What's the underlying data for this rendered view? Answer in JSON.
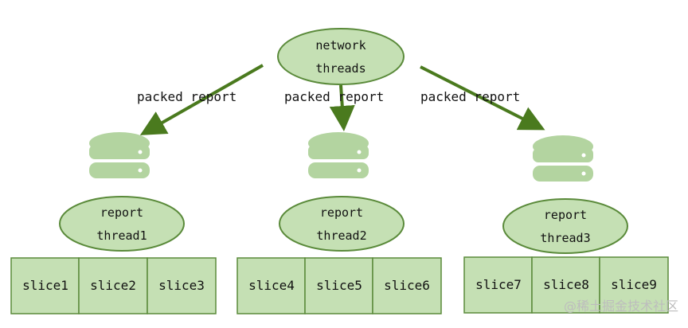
{
  "colors": {
    "node_fill": "#c5e0b4",
    "node_stroke": "#5a8a3a",
    "arrow": "#4a7a1e",
    "db_fill": "#b3d4a0",
    "slice_fill": "#c5e0b4",
    "slice_stroke": "#5a8a3a"
  },
  "network": {
    "line1": "network",
    "line2": "threads"
  },
  "arrows": [
    {
      "label": "packed report"
    },
    {
      "label": "packed report"
    },
    {
      "label": "packed report"
    }
  ],
  "groups": [
    {
      "icon": "database-icon",
      "report_line1": "report",
      "report_line2": "thread1",
      "slices": [
        "slice1",
        "slice2",
        "slice3"
      ]
    },
    {
      "icon": "database-icon",
      "report_line1": "report",
      "report_line2": "thread2",
      "slices": [
        "slice4",
        "slice5",
        "slice6"
      ]
    },
    {
      "icon": "database-icon",
      "report_line1": "report",
      "report_line2": "thread3",
      "slices": [
        "slice7",
        "slice8",
        "slice9"
      ]
    }
  ],
  "watermark": "@稀土掘金技术社区"
}
